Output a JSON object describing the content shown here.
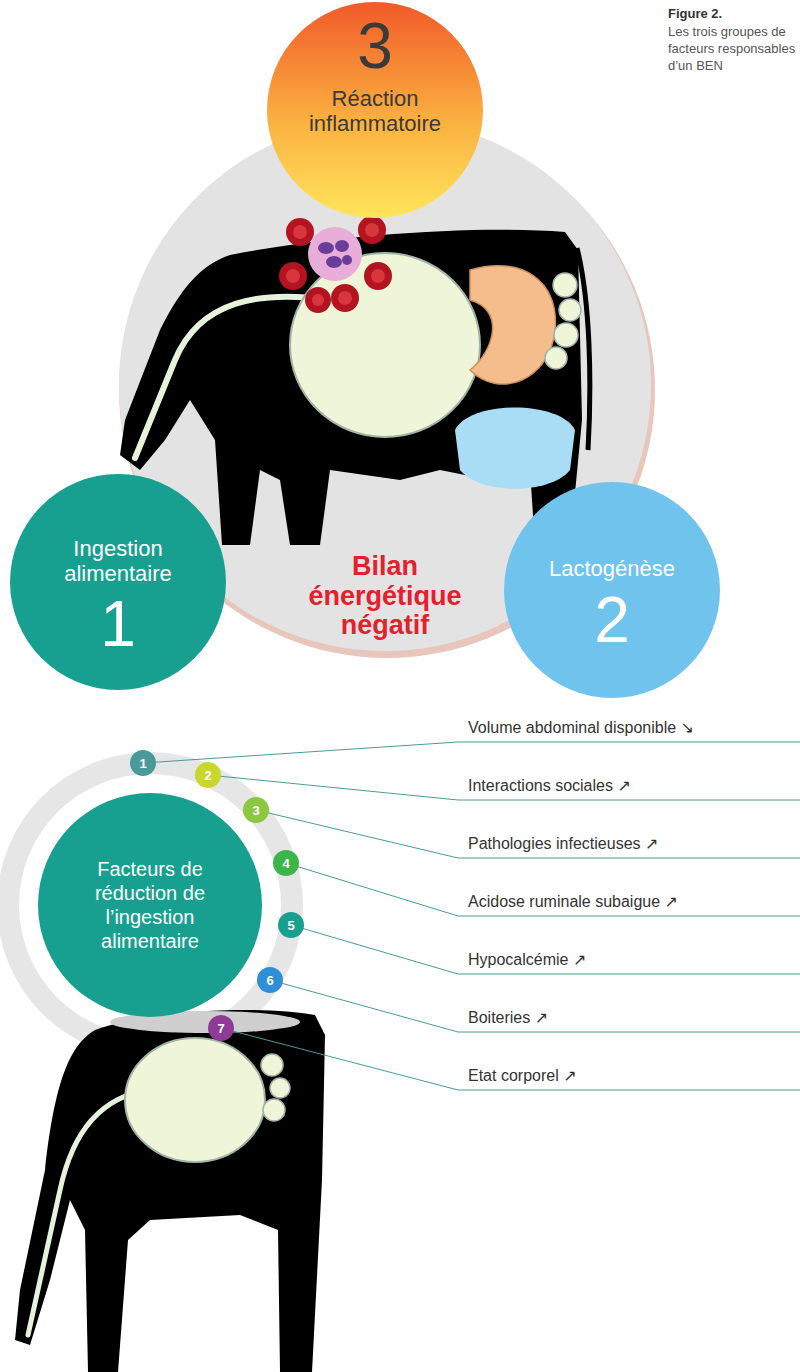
{
  "diagram": {
    "title": "Figure 2.",
    "caption": "Les trois groupes de facteurs responsables d’un BEN",
    "nodes": [
      {
        "text": [
          "Bilan énergétique négatif"
        ]
      },
      {
        "text": [
          "3",
          "Réaction inflammatoire"
        ]
      },
      {
        "text": [
          "Ingestion alimentaire",
          "1"
        ]
      },
      {
        "text": [
          "Lactogénèse",
          "2"
        ]
      },
      {
        "text": [
          "Facteurs de réduction de l’ingestion alimentaire"
        ]
      },
      {
        "text": [
          "1"
        ]
      },
      {
        "text": [
          "2"
        ]
      },
      {
        "text": [
          "3"
        ]
      },
      {
        "text": [
          "4"
        ]
      },
      {
        "text": [
          "5"
        ]
      },
      {
        "text": [
          "6"
        ]
      },
      {
        "text": [
          "7"
        ]
      }
    ],
    "labels": [
      "Volume abdominal disponible ↘",
      "Interactions sociales ↗",
      "Pathologies infectieuses ↗",
      "Acidose ruminale subaigue ↗",
      "Hypocalcémie ↗",
      "Boiteries ↗",
      "Etat corporel ↗"
    ]
  }
}
